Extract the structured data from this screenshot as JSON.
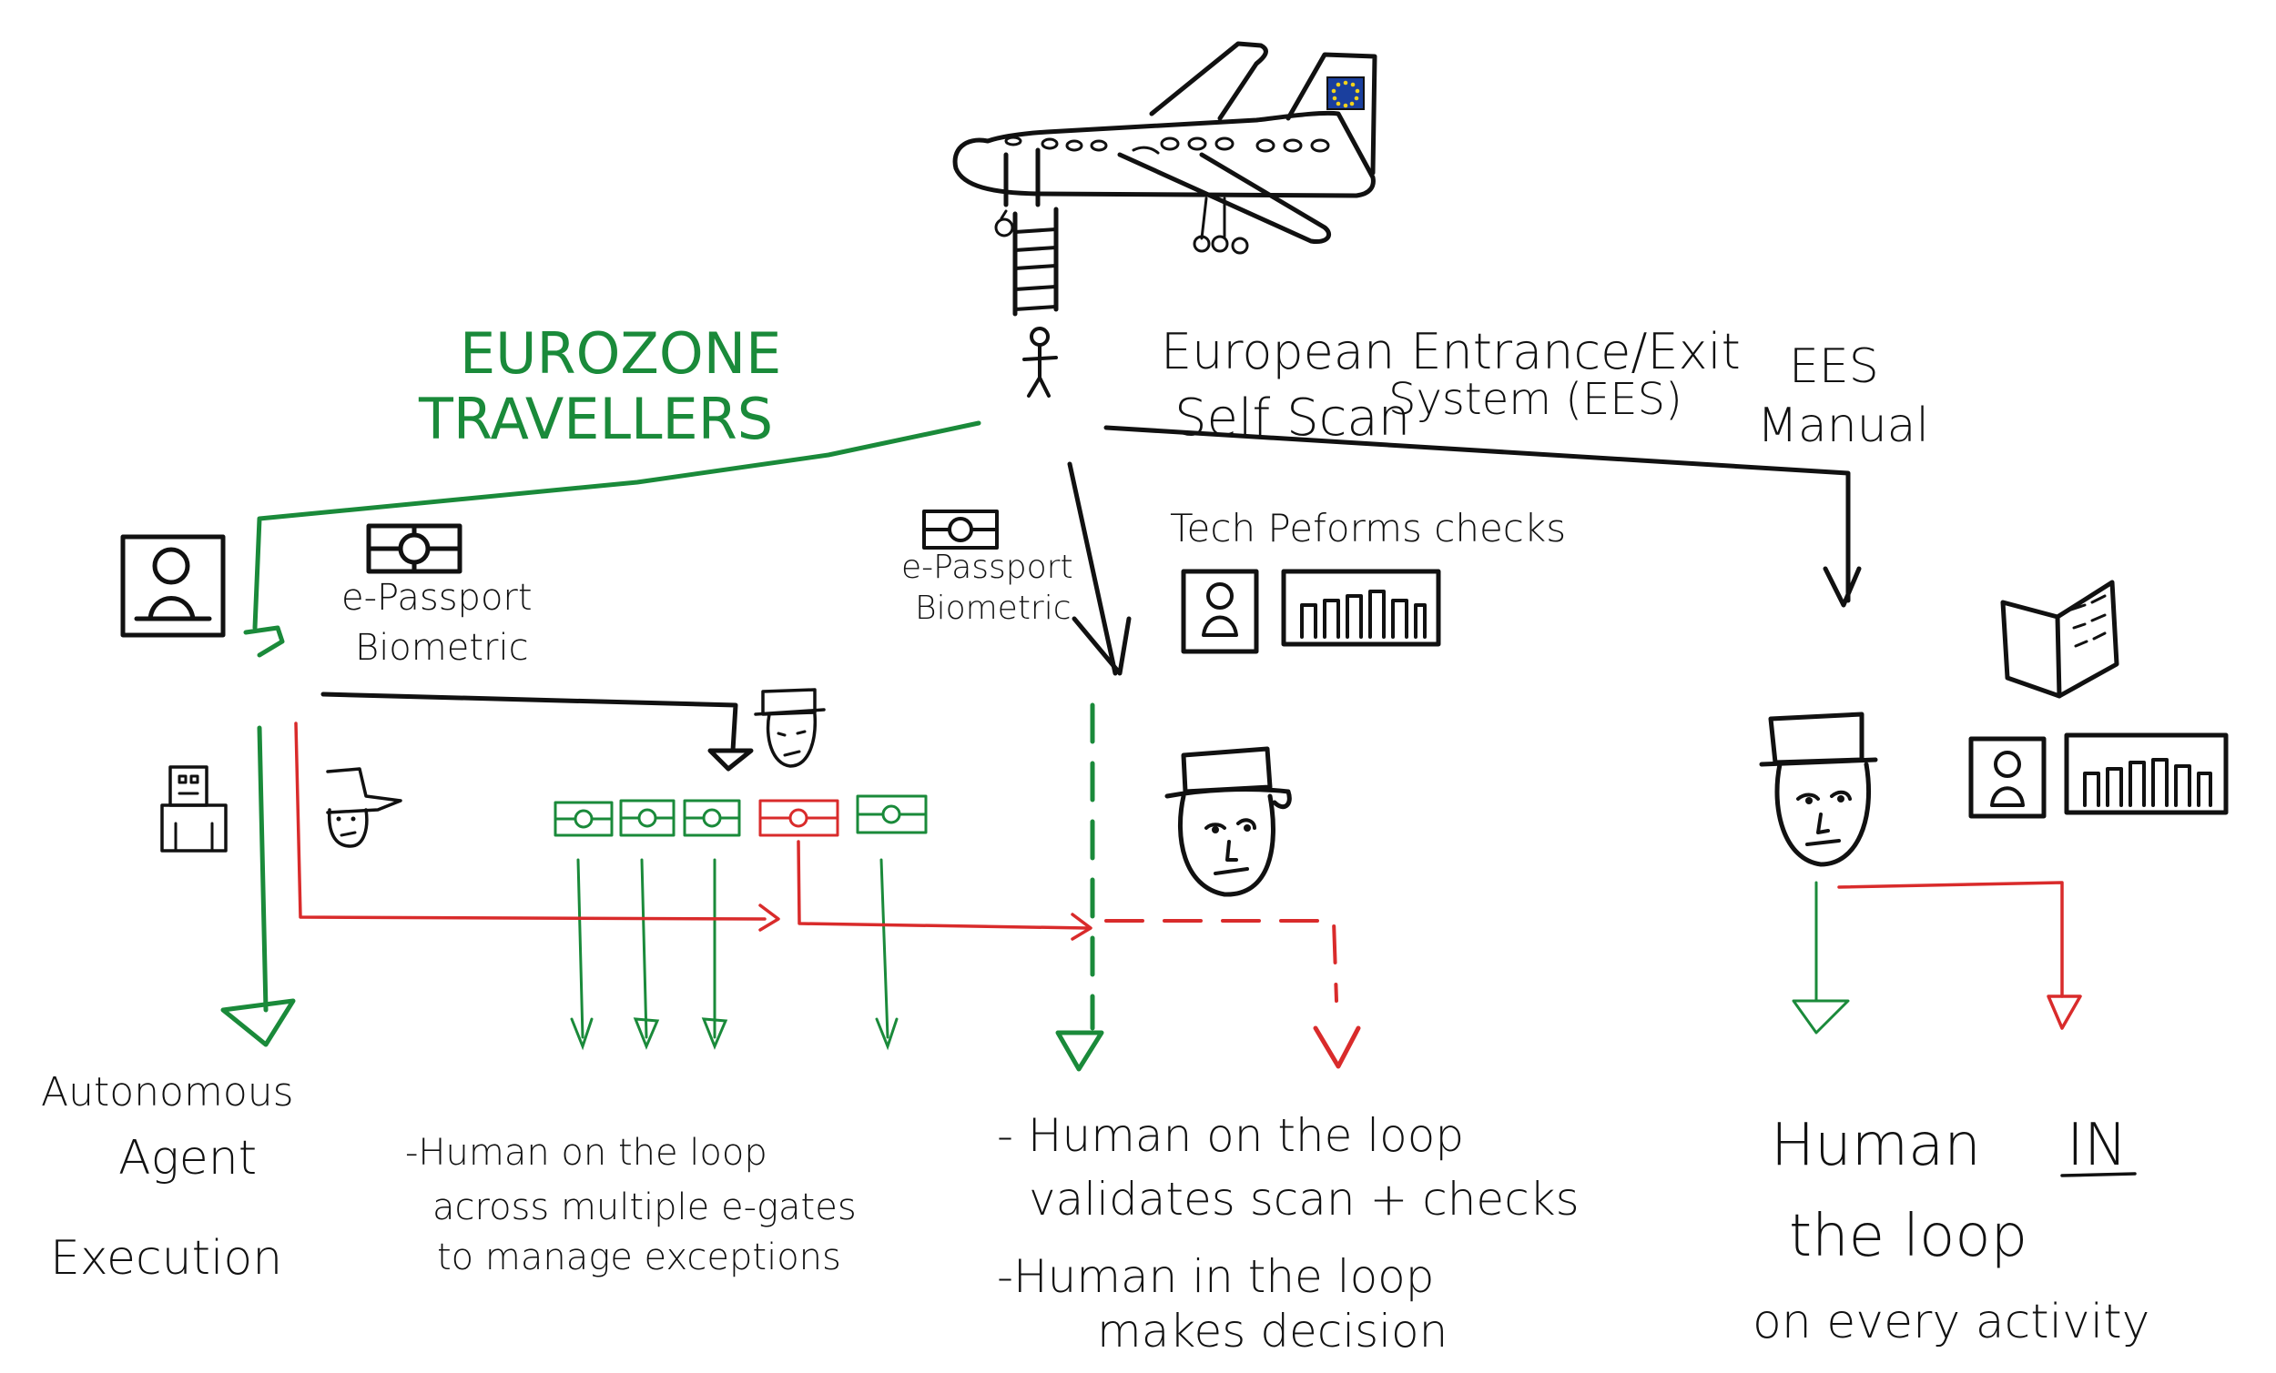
{
  "colors": {
    "ink": "#111111",
    "green": "#1a8a3a",
    "red": "#d92b2b",
    "eu_blue": "#1a3f9e",
    "eu_yellow": "#f2d21b"
  },
  "labels": {
    "eurozone_line1": "EUROZONE",
    "eurozone_line2": "TRAVELLERS",
    "ees_line1": "European Entrance/Exit",
    "ees_selfscan": "Self Scan",
    "ees_line2": "System (EES)",
    "ees_manual_line1": "EES",
    "ees_manual_line2": "Manual",
    "epassport_left_1": "e-Passport",
    "epassport_left_2": "Biometric",
    "epassport_mid_1": "e-Passport",
    "epassport_mid_2": "Biometric",
    "tech_performs": "Tech Peforms checks"
  },
  "outcomes": {
    "autonomous": [
      "Autonomous",
      "Agent",
      "Execution"
    ],
    "egates": [
      "-Human on the loop",
      "across multiple e-gates",
      "to manage exceptions"
    ],
    "selfscan_1": [
      "- Human on the loop",
      "validates scan + checks"
    ],
    "selfscan_2": [
      "-Human in the loop",
      "makes decision"
    ],
    "manual": {
      "line1": "Human",
      "in": "IN",
      "line2": "the loop",
      "line3": "on every activity"
    }
  },
  "icons": [
    "airplane-icon",
    "eu-flag-icon",
    "stairs-icon",
    "traveller-stick-figure-icon",
    "passport-photo-icon",
    "epassport-chip-icon",
    "robot-icon",
    "officer-face-icon",
    "egate-icon",
    "fingerprint-scanner-icon",
    "document-icon"
  ],
  "egates": [
    {
      "status": "ok"
    },
    {
      "status": "ok"
    },
    {
      "status": "ok"
    },
    {
      "status": "exception"
    },
    {
      "status": "ok"
    }
  ]
}
